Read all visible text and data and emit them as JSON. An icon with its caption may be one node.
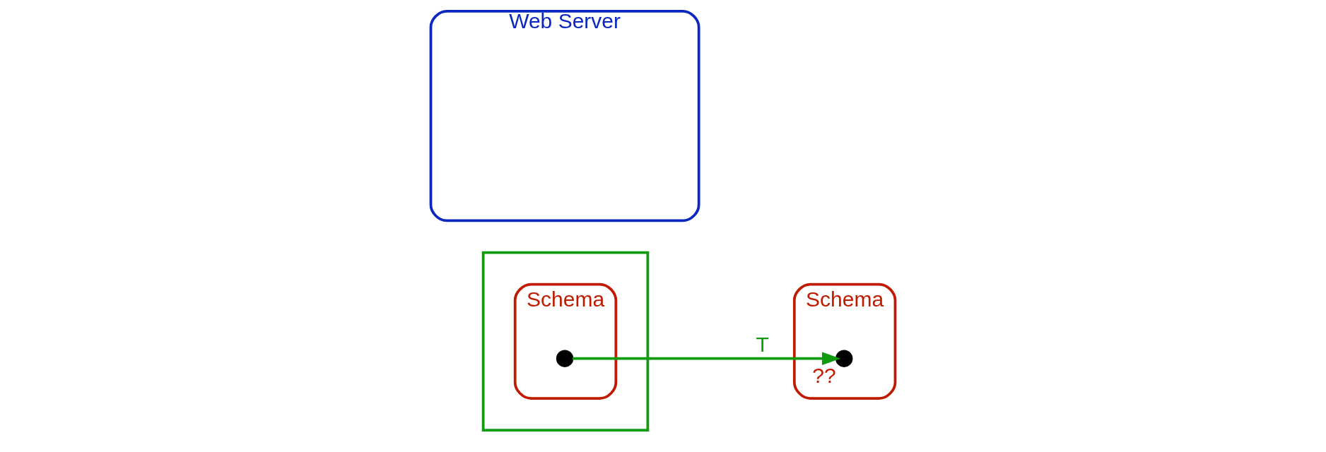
{
  "diagram": {
    "nodes": [
      {
        "text": [],
        "shape": "cylinder"
      },
      {
        "text": [
          "Schema"
        ],
        "in": 0
      },
      {
        "text": [],
        "shape": "circle",
        "in": 1
      },
      {
        "text": [
          "Schema"
        ]
      },
      {
        "text": [],
        "shape": "circle",
        "in": 3,
        "beside": [
          "??"
        ]
      },
      {
        "text": [
          "Web Server"
        ]
      }
    ],
    "edges": [
      {
        "from": 2,
        "to": 4,
        "arrow": "to",
        "label": "T",
        "color": "#109a10"
      }
    ]
  }
}
